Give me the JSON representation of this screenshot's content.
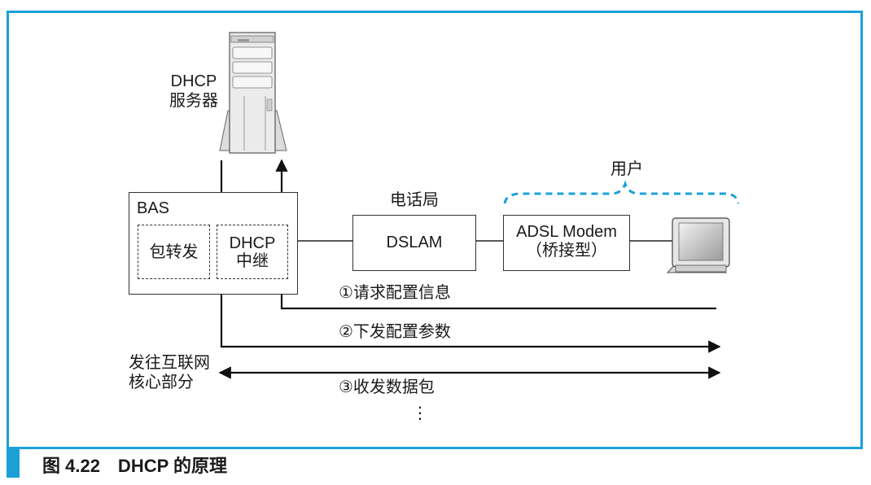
{
  "server": {
    "label_line1": "DHCP",
    "label_line2": "服务器"
  },
  "bas": {
    "title": "BAS",
    "packet_forward": "包转发",
    "relay_line1": "DHCP",
    "relay_line2": "中继"
  },
  "office": {
    "label": "电话局",
    "dslam": "DSLAM"
  },
  "modem": {
    "line1": "ADSL Modem",
    "line2": "（桥接型）"
  },
  "user": {
    "label": "用户"
  },
  "flows": {
    "step1": "①请求配置信息",
    "step2": "②下发配置参数",
    "step3": "③收发数据包",
    "ellipsis": "⋮"
  },
  "internet": {
    "line1": "发往互联网",
    "line2": "核心部分"
  },
  "caption": "图 4.22　DHCP 的原理",
  "colors": {
    "accent": "#1ba1d8"
  }
}
